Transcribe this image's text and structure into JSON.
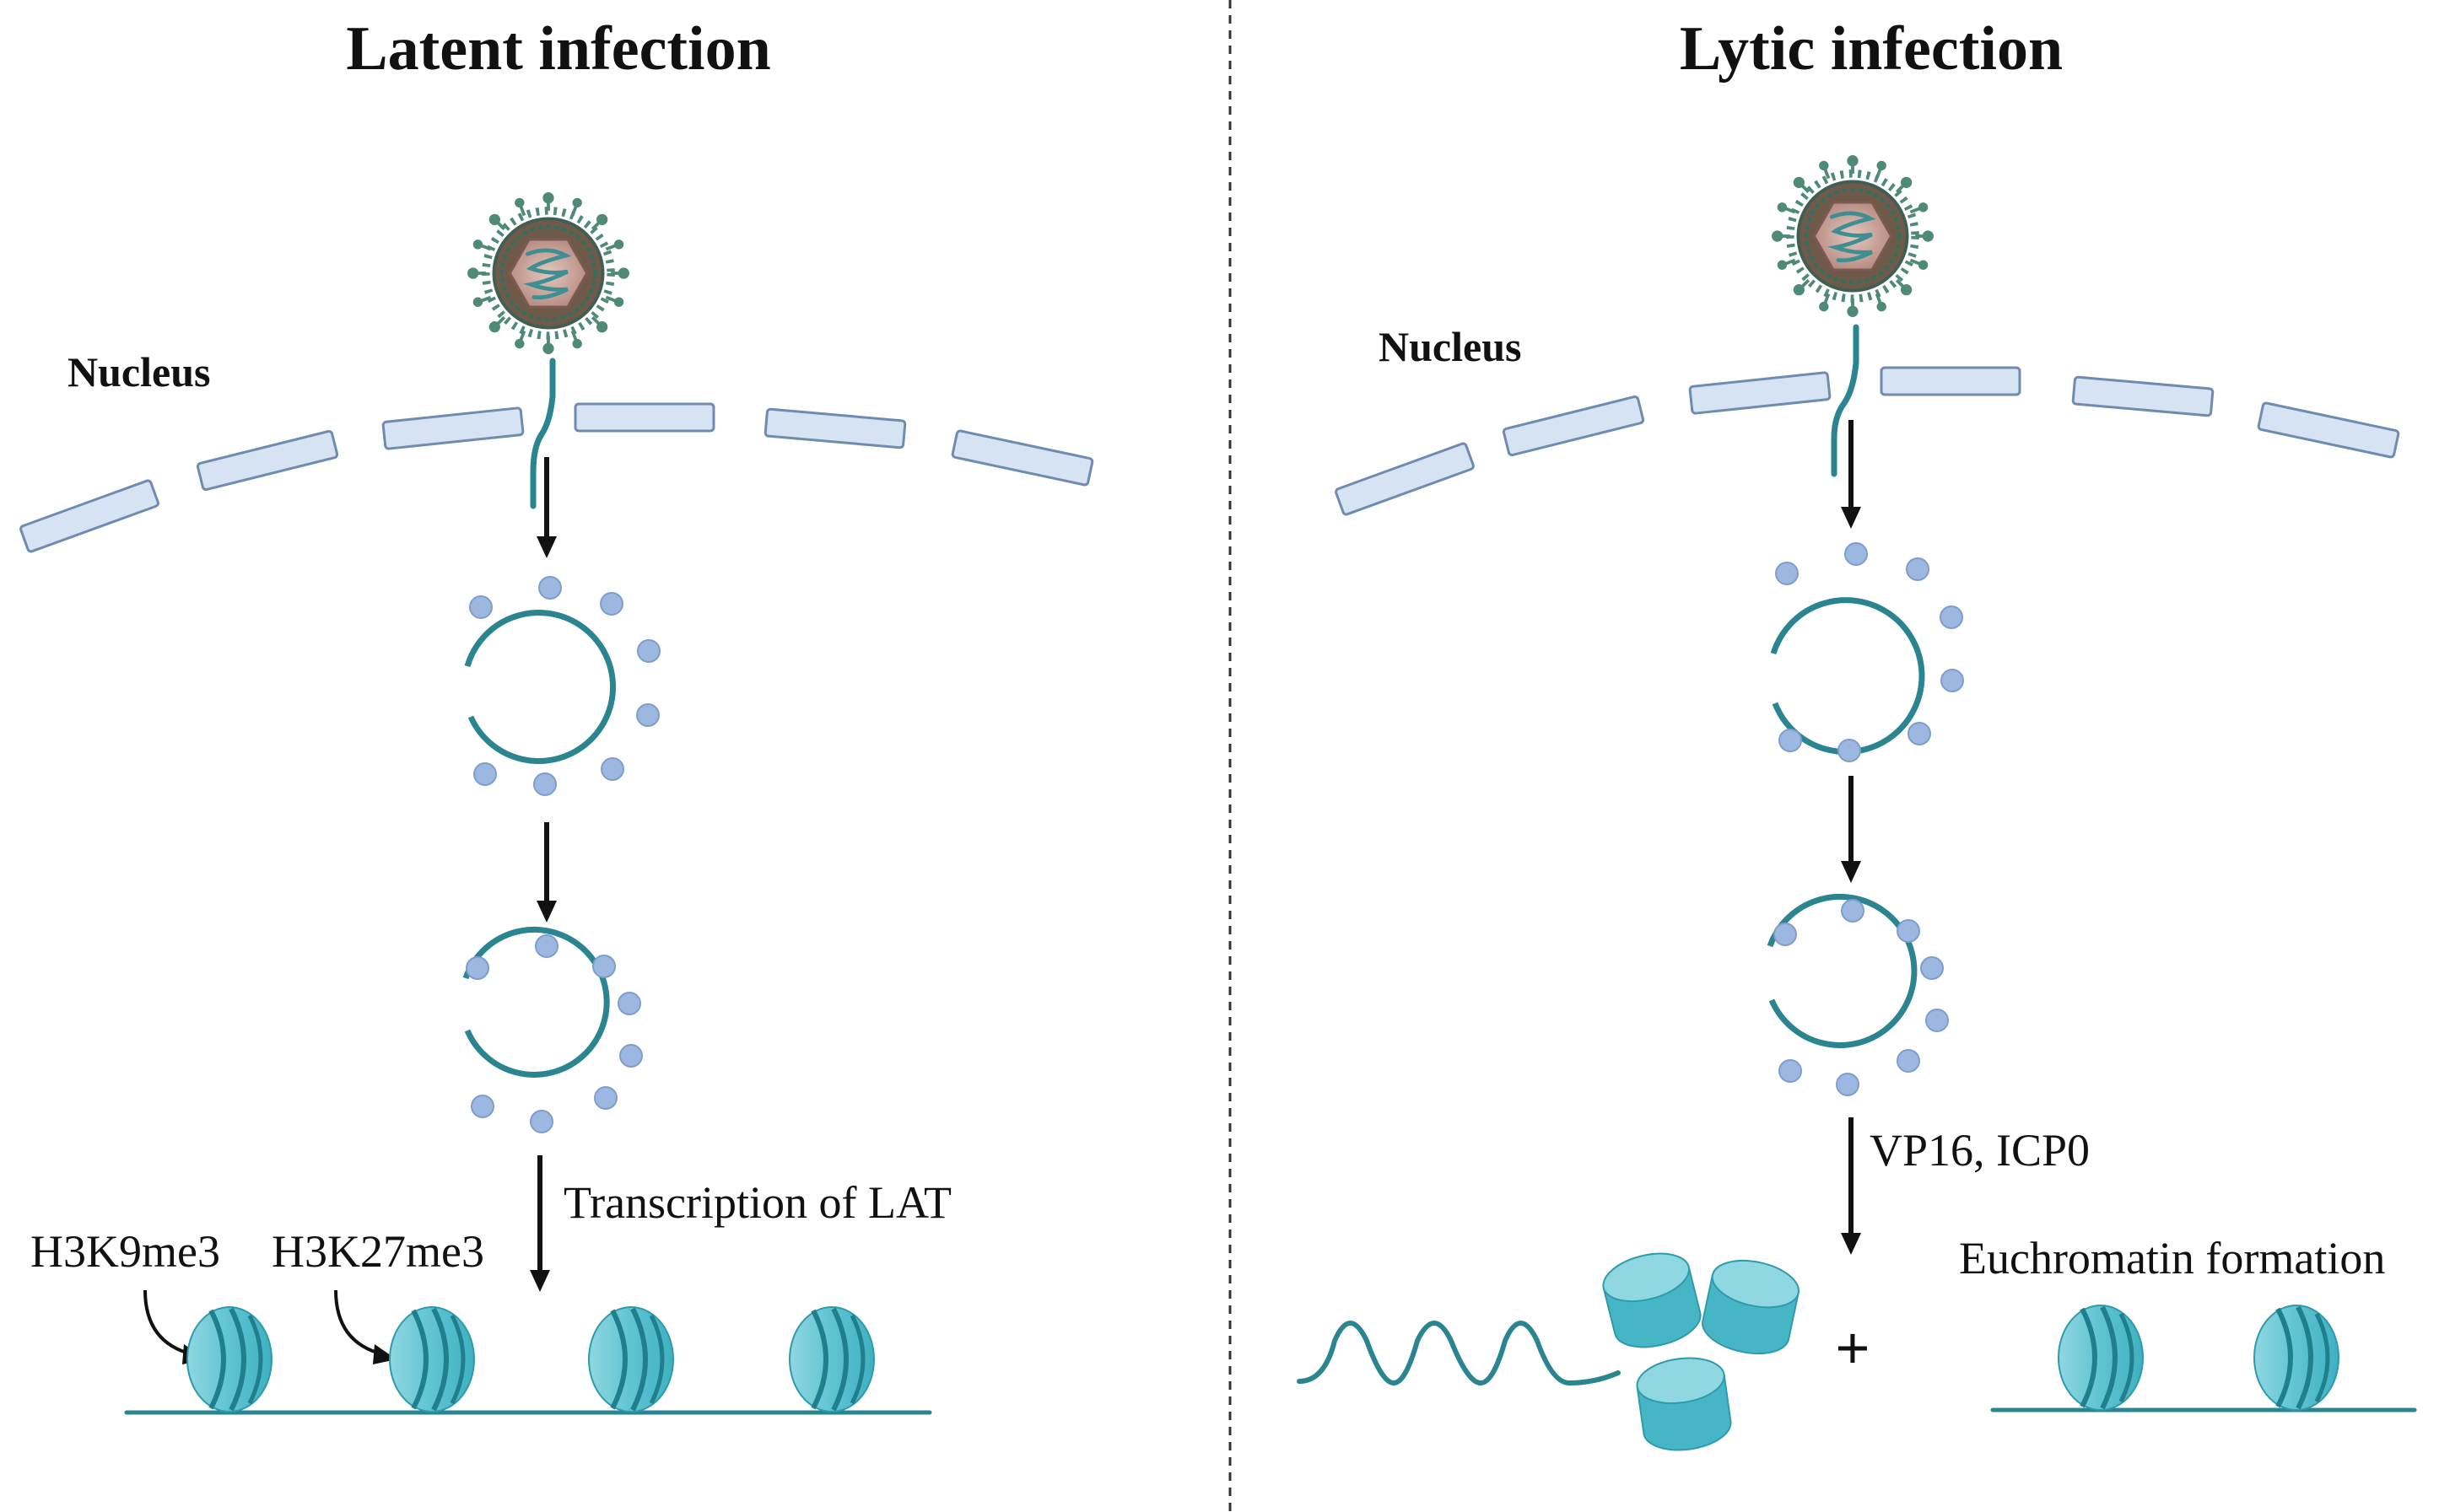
{
  "colors": {
    "membrane_fill": "#d6e3f3",
    "membrane_stroke": "#6f8cb0",
    "dna": "#2b8591",
    "protein_dots": "#9db8e0",
    "nucleosome": "#5fc3d2",
    "nucleosome_dark": "#2e9bab",
    "virus_capsid": "#c9a49a",
    "virus_spikes": "#4f8a76"
  },
  "latent": {
    "title": "Latent infection",
    "nucleus_label": "Nucleus",
    "transcription_label": "Transcription of LAT",
    "mark1": "H3K9me3",
    "mark2": "H3K27me3"
  },
  "lytic": {
    "title": "Lytic infection",
    "nucleus_label": "Nucleus",
    "factors_label": "VP16, ICP0",
    "euchromatin_label": "Euchromatin formation",
    "plus": "+"
  },
  "icons": {
    "virus": "herpesvirus-particle-icon",
    "nucleosome": "nucleosome-icon",
    "episome": "circular-viral-genome-icon"
  }
}
